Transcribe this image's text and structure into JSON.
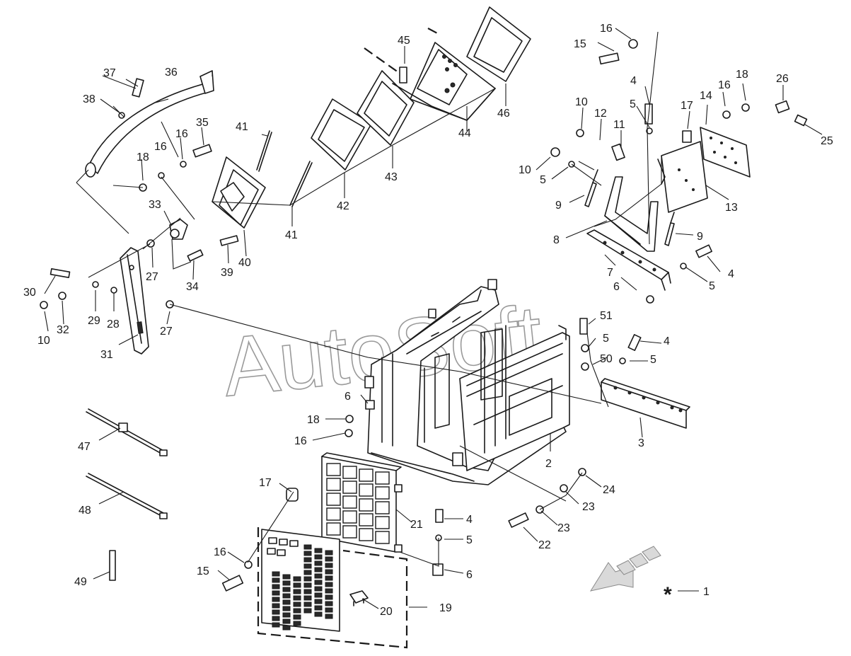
{
  "watermark": {
    "text": "AutoSoft"
  },
  "callouts": [
    {
      "id": "c1",
      "label": "1"
    },
    {
      "id": "c2",
      "label": "2"
    },
    {
      "id": "c3",
      "label": "3"
    },
    {
      "id": "c4a",
      "label": "4"
    },
    {
      "id": "c4b",
      "label": "4"
    },
    {
      "id": "c4c",
      "label": "4"
    },
    {
      "id": "c4d",
      "label": "4"
    },
    {
      "id": "c5a",
      "label": "5"
    },
    {
      "id": "c5b",
      "label": "5"
    },
    {
      "id": "c5c",
      "label": "5"
    },
    {
      "id": "c5d",
      "label": "5"
    },
    {
      "id": "c5e",
      "label": "5"
    },
    {
      "id": "c5f",
      "label": "5"
    },
    {
      "id": "c6a",
      "label": "6"
    },
    {
      "id": "c6b",
      "label": "6"
    },
    {
      "id": "c6c",
      "label": "6"
    },
    {
      "id": "c7",
      "label": "7"
    },
    {
      "id": "c8",
      "label": "8"
    },
    {
      "id": "c9a",
      "label": "9"
    },
    {
      "id": "c9b",
      "label": "9"
    },
    {
      "id": "c10a",
      "label": "10"
    },
    {
      "id": "c10b",
      "label": "10"
    },
    {
      "id": "c10c",
      "label": "10"
    },
    {
      "id": "c11",
      "label": "11"
    },
    {
      "id": "c12",
      "label": "12"
    },
    {
      "id": "c13",
      "label": "13"
    },
    {
      "id": "c14",
      "label": "14"
    },
    {
      "id": "c15a",
      "label": "15"
    },
    {
      "id": "c15b",
      "label": "15"
    },
    {
      "id": "c16a",
      "label": "16"
    },
    {
      "id": "c16b",
      "label": "16"
    },
    {
      "id": "c16c",
      "label": "16"
    },
    {
      "id": "c16d",
      "label": "16"
    },
    {
      "id": "c16e",
      "label": "16"
    },
    {
      "id": "c16f",
      "label": "16"
    },
    {
      "id": "c17a",
      "label": "17"
    },
    {
      "id": "c17b",
      "label": "17"
    },
    {
      "id": "c18a",
      "label": "18"
    },
    {
      "id": "c18b",
      "label": "18"
    },
    {
      "id": "c18c",
      "label": "18"
    },
    {
      "id": "c19",
      "label": "19"
    },
    {
      "id": "c20",
      "label": "20"
    },
    {
      "id": "c21",
      "label": "21"
    },
    {
      "id": "c22",
      "label": "22"
    },
    {
      "id": "c23a",
      "label": "23"
    },
    {
      "id": "c23b",
      "label": "23"
    },
    {
      "id": "c24",
      "label": "24"
    },
    {
      "id": "c25",
      "label": "25"
    },
    {
      "id": "c26",
      "label": "26"
    },
    {
      "id": "c27a",
      "label": "27"
    },
    {
      "id": "c27b",
      "label": "27"
    },
    {
      "id": "c28",
      "label": "28"
    },
    {
      "id": "c29",
      "label": "29"
    },
    {
      "id": "c30",
      "label": "30"
    },
    {
      "id": "c31",
      "label": "31"
    },
    {
      "id": "c32",
      "label": "32"
    },
    {
      "id": "c33",
      "label": "33"
    },
    {
      "id": "c34",
      "label": "34"
    },
    {
      "id": "c35",
      "label": "35"
    },
    {
      "id": "c36",
      "label": "36"
    },
    {
      "id": "c37",
      "label": "37"
    },
    {
      "id": "c38",
      "label": "38"
    },
    {
      "id": "c39",
      "label": "39"
    },
    {
      "id": "c40",
      "label": "40"
    },
    {
      "id": "c41a",
      "label": "41"
    },
    {
      "id": "c41b",
      "label": "41"
    },
    {
      "id": "c42",
      "label": "42"
    },
    {
      "id": "c43",
      "label": "43"
    },
    {
      "id": "c44",
      "label": "44"
    },
    {
      "id": "c45",
      "label": "45"
    },
    {
      "id": "c46",
      "label": "46"
    },
    {
      "id": "c47",
      "label": "47"
    },
    {
      "id": "c48",
      "label": "48"
    },
    {
      "id": "c49",
      "label": "49"
    },
    {
      "id": "c50",
      "label": "50"
    },
    {
      "id": "c51",
      "label": "51"
    }
  ]
}
